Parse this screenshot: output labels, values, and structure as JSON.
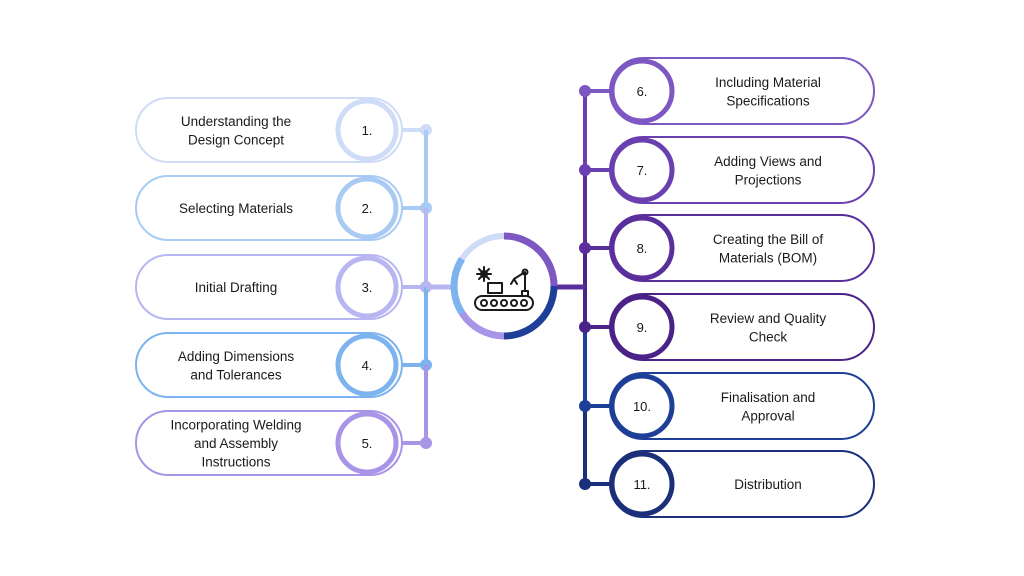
{
  "left_steps": [
    {
      "number": "1.",
      "lines": [
        "Understanding the",
        "Design Concept"
      ],
      "color": "#cfdcf7"
    },
    {
      "number": "2.",
      "lines": [
        "Selecting Materials"
      ],
      "color": "#a9cbf3"
    },
    {
      "number": "3.",
      "lines": [
        "Initial Drafting"
      ],
      "color": "#b7b6f1"
    },
    {
      "number": "4.",
      "lines": [
        "Adding Dimensions",
        "and Tolerances"
      ],
      "color": "#7db3ee"
    },
    {
      "number": "5.",
      "lines": [
        "Incorporating Welding",
        "and Assembly",
        "Instructions"
      ],
      "color": "#a895e8"
    }
  ],
  "right_steps": [
    {
      "number": "6.",
      "lines": [
        "Including Material",
        "Specifications"
      ],
      "color": "#7d57c2"
    },
    {
      "number": "7.",
      "lines": [
        "Adding Views and",
        "Projections"
      ],
      "color": "#6a3fb0"
    },
    {
      "number": "8.",
      "lines": [
        "Creating the Bill of",
        "Materials (BOM)"
      ],
      "color": "#5a2f9c"
    },
    {
      "number": "9.",
      "lines": [
        "Review and Quality",
        "Check"
      ],
      "color": "#4a2288"
    },
    {
      "number": "10.",
      "lines": [
        "Finalisation and",
        "Approval"
      ],
      "color": "#1e3f97"
    },
    {
      "number": "11.",
      "lines": [
        "Distribution"
      ],
      "color": "#1b2f7a"
    }
  ],
  "hub": {
    "icon": "robotic-assembly-line-icon"
  }
}
